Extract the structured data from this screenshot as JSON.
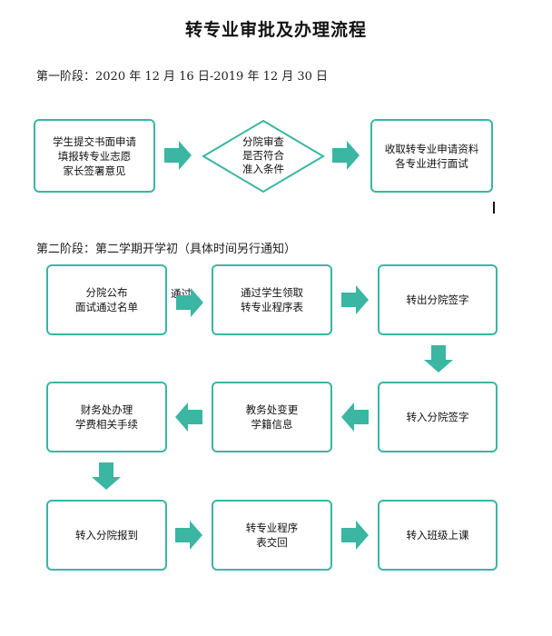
{
  "title": "转专业审批及办理流程",
  "stage1": {
    "heading": "第一阶段：2020 年 12 月 16 日-2019 年 12 月 30 日",
    "box_submit": "学生提交书面申请\n填报转专业志愿\n家长签署意见",
    "diamond_review": "分院审查\n是否符合\n准入条件",
    "box_interview": "收取转专业申请资料\n各专业进行面试"
  },
  "stage2": {
    "heading": "第二阶段：第二学期开学初（具体时间另行通知）",
    "box_publish": "分院公布\n面试通过名单",
    "label_pass": "通过",
    "box_receive": "通过学生领取\n转专业程序表",
    "box_out_sign": "转出分院签字",
    "box_in_sign": "转入分院签字",
    "box_registry": "教务处变更\n学籍信息",
    "box_finance": "财务处办理\n学费相关手续",
    "box_report": "转入分院报到",
    "box_return_form": "转专业程序\n表交回",
    "box_class": "转入班级上课"
  },
  "colors": {
    "accent": "#3ab6a3"
  }
}
